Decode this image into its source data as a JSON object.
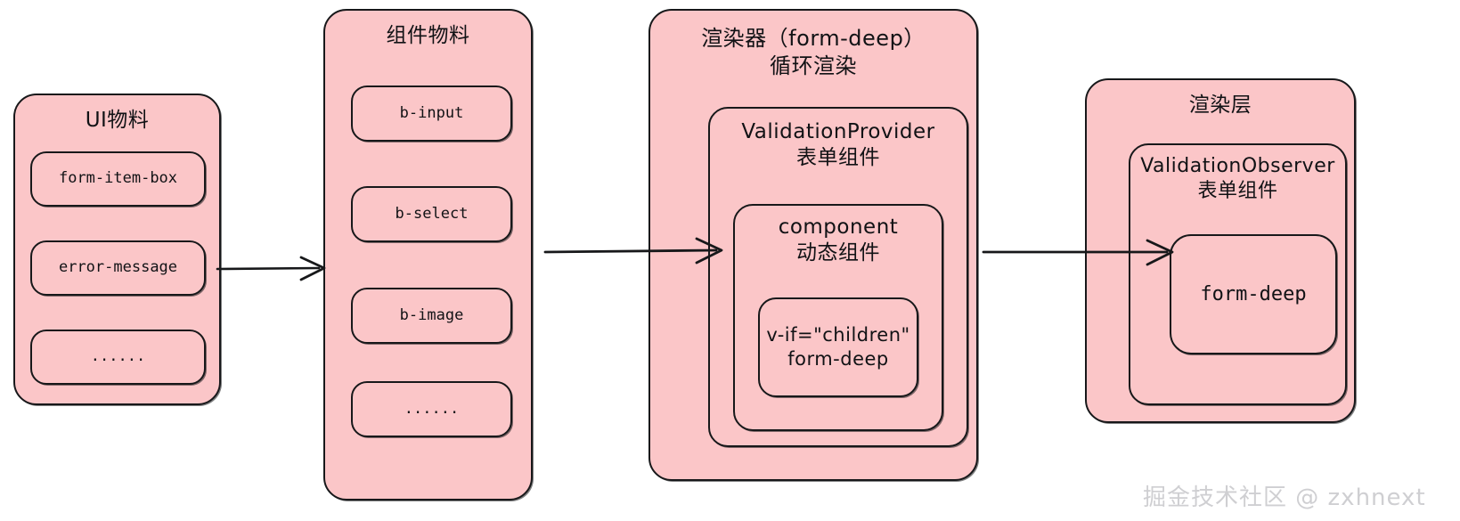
{
  "diagram": {
    "columns": [
      {
        "id": "ui-materials",
        "title": "UI物料",
        "chips": [
          {
            "id": "form-item-box",
            "label": "form-item-box"
          },
          {
            "id": "error-message",
            "label": "error-message"
          },
          {
            "id": "ellipsis-1",
            "label": "......"
          }
        ]
      },
      {
        "id": "component-materials",
        "title": "组件物料",
        "chips": [
          {
            "id": "b-input",
            "label": "b-input"
          },
          {
            "id": "b-select",
            "label": "b-select"
          },
          {
            "id": "b-image",
            "label": "b-image"
          },
          {
            "id": "ellipsis-2",
            "label": "......"
          }
        ]
      },
      {
        "id": "renderer",
        "title": "渲染器（form-deep）\n循环渲染",
        "inner": {
          "id": "validation-provider",
          "title": "ValidationProvider\n表单组件",
          "inner": {
            "id": "component",
            "title": "component\n动态组件",
            "inner": {
              "id": "v-if-children",
              "title": "v-if=\"children\"\nform-deep"
            }
          }
        }
      },
      {
        "id": "render-layer",
        "title": "渲染层",
        "inner": {
          "id": "validation-observer",
          "title": "ValidationObserver\n表单组件",
          "inner": {
            "id": "form-deep-leaf",
            "title": "form-deep"
          }
        }
      }
    ],
    "arrows": [
      {
        "id": "arrow-ui-to-components",
        "from": "ui-materials",
        "to": "component-materials"
      },
      {
        "id": "arrow-components-to-renderer",
        "from": "component-materials",
        "to": "component"
      },
      {
        "id": "arrow-renderer-to-render-layer",
        "from": "renderer",
        "to": "form-deep-leaf"
      }
    ],
    "watermark": "掘金技术社区 @ zxhnext",
    "colors": {
      "box_fill": "#fbc6c8",
      "stroke": "#17181a",
      "background": "#ffffff",
      "watermark": "#cfcfd2"
    }
  }
}
